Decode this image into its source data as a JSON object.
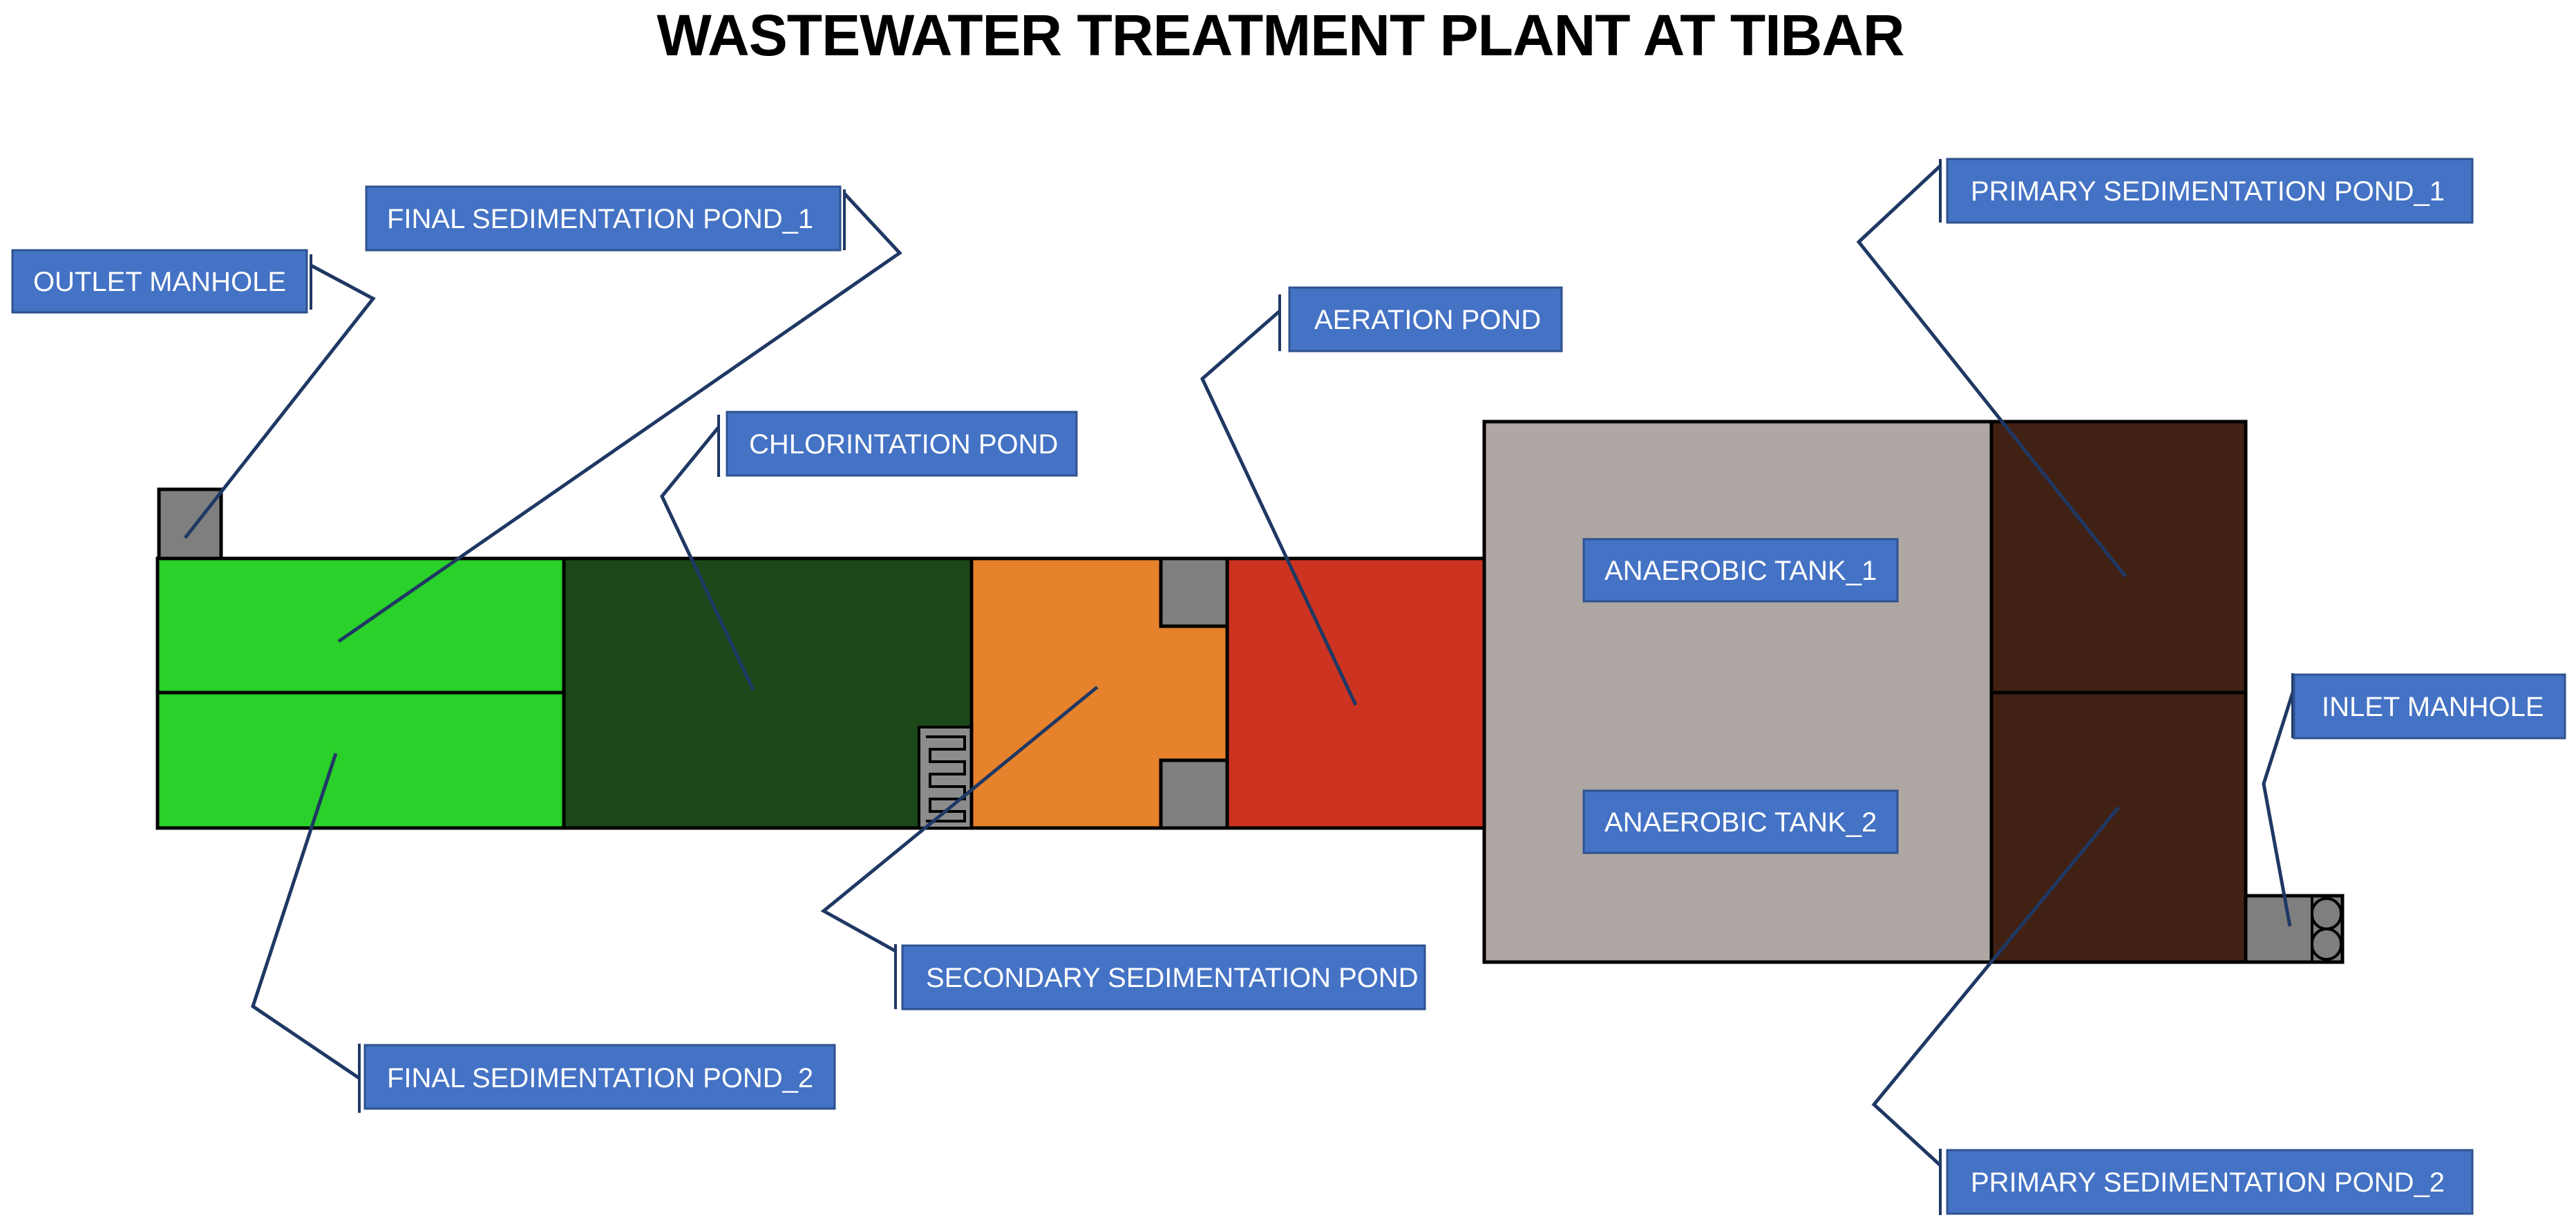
{
  "title": "WASTEWATER TREATMENT PLANT AT TIBAR",
  "colors": {
    "label_bg": "#4472C4",
    "label_border": "#2F528F",
    "leader_line": "#1F3864",
    "outline": "#000000",
    "final_sedimentation": "#2AD12A",
    "chlorination": "#1B4719",
    "secondary_sedimentation": "#E6822B",
    "aeration": "#CC3320",
    "anaerobic": "#AFA7A3",
    "primary_sedimentation": "#412114",
    "manhole": "#7F7F7F"
  },
  "labels": {
    "outlet_manhole": "OUTLET MANHOLE",
    "final_sedimentation_pond_1": "FINAL SEDIMENTATION POND_1",
    "final_sedimentation_pond_2": "FINAL SEDIMENTATION POND_2",
    "chlorination_pond": "CHLORINTATION POND",
    "secondary_sedimentation_pond": "SECONDARY SEDIMENTATION POND",
    "aeration_pond": "AERATION POND",
    "anaerobic_tank_1": "ANAEROBIC TANK_1",
    "anaerobic_tank_2": "ANAEROBIC TANK_2",
    "primary_sedimentation_pond_1": "PRIMARY SEDIMENTATION POND_1",
    "primary_sedimentation_pond_2": "PRIMARY SEDIMENTATION POND_2",
    "inlet_manhole": "INLET MANHOLE"
  }
}
